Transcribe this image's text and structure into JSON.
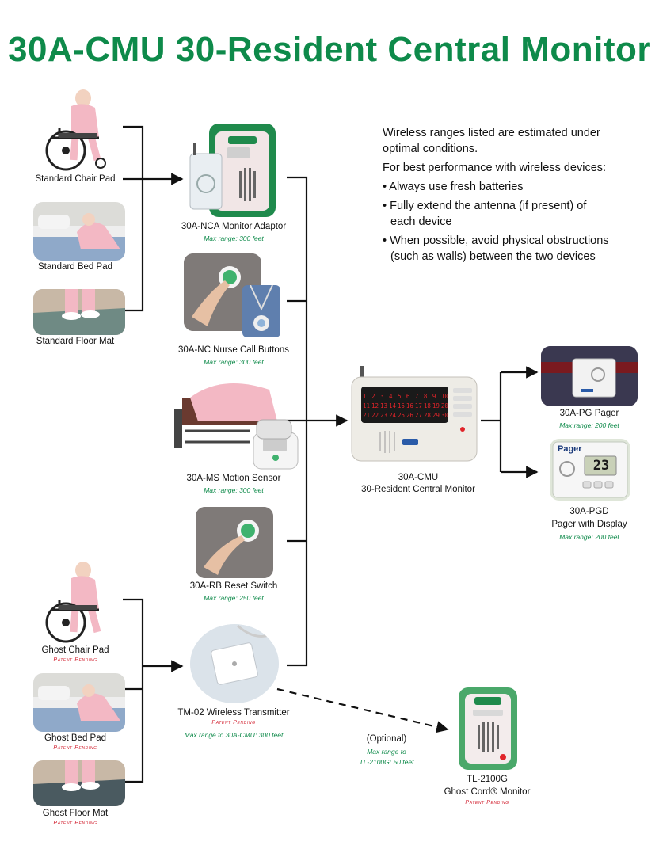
{
  "title": "30A-CMU 30-Resident Central Monitor",
  "notes": {
    "intro1": "Wireless ranges listed are estimated under optimal conditions.",
    "intro2": "For best performance with wireless devices:",
    "bullets": [
      "• Always use fresh batteries",
      "• Fully extend the antenna (if present) of each device",
      "• When possible, avoid physical obstructions (such as walls) between the two devices"
    ]
  },
  "left_top": [
    {
      "label": "Standard Chair Pad"
    },
    {
      "label": "Standard Bed Pad"
    },
    {
      "label": "Standard Floor Mat"
    }
  ],
  "left_bottom": [
    {
      "label": "Ghost Chair Pad",
      "patent": "Patent Pending"
    },
    {
      "label": "Ghost Bed Pad",
      "patent": "Patent Pending"
    },
    {
      "label": "Ghost Floor Mat",
      "patent": "Patent Pending"
    }
  ],
  "middle": [
    {
      "label": "30A-NCA Monitor Adaptor",
      "range": "Max range: 300 feet"
    },
    {
      "label": "30A-NC Nurse Call Buttons",
      "range": "Max range: 300 feet"
    },
    {
      "label": "30A-MS Motion Sensor",
      "range": "Max range: 300 feet"
    },
    {
      "label": "30A-RB Reset Switch",
      "range": "Max range: 250 feet"
    },
    {
      "label": "TM-02 Wireless Transmitter",
      "patent": "Patent Pending",
      "range": "Max range to 30A-CMU: 300 feet"
    }
  ],
  "central": {
    "model": "30A-CMU",
    "name": "30-Resident Central Monitor",
    "numbers_row1": [
      "1",
      "2",
      "3",
      "4",
      "5",
      "6",
      "7",
      "8",
      "9",
      "10"
    ],
    "numbers_row2": [
      "11",
      "12",
      "13",
      "14",
      "15",
      "16",
      "17",
      "18",
      "19",
      "20"
    ],
    "numbers_row3": [
      "21",
      "22",
      "23",
      "24",
      "25",
      "26",
      "27",
      "28",
      "29",
      "30"
    ]
  },
  "pagers": [
    {
      "label": "30A-PG Pager",
      "range": "Max range: 200 feet"
    },
    {
      "label1": "30A-PGD",
      "label2": "Pager with Display",
      "range": "Max range: 200 feet",
      "screen_label": "Pager",
      "display_value": "23"
    }
  ],
  "optional": {
    "label": "(Optional)",
    "range1": "Max range to",
    "range2": "TL-2100G: 50 feet"
  },
  "ghost_monitor": {
    "model": "TL-2100G",
    "name": "Ghost Cord® Monitor",
    "patent": "Patent Pending"
  },
  "colors": {
    "brand_green": "#0e8a4a",
    "patent_red": "#d2202f",
    "led_red": "#e0242a"
  }
}
